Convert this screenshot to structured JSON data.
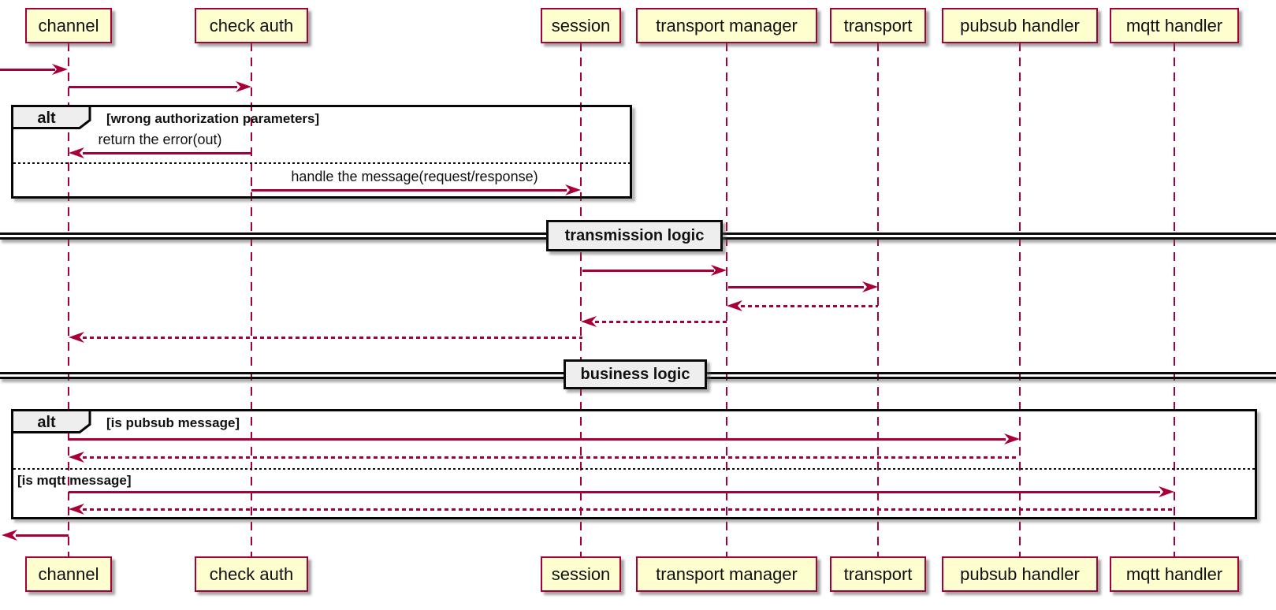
{
  "participants": [
    {
      "label": "channel"
    },
    {
      "label": "check auth"
    },
    {
      "label": "session"
    },
    {
      "label": "transport manager"
    },
    {
      "label": "transport"
    },
    {
      "label": "pubsub handler"
    },
    {
      "label": "mqtt handler"
    }
  ],
  "alt_blocks": [
    {
      "operator": "alt",
      "guard": "[wrong authorization parameters]"
    },
    {
      "operator": "alt",
      "guard": "[is pubsub message]",
      "else_guard": "[is mqtt message]"
    }
  ],
  "dividers": [
    {
      "label": "transmission logic"
    },
    {
      "label": "business logic"
    }
  ],
  "messages": {
    "return_error": "return the error(out)",
    "handle_message": "handle the message(request/response)"
  },
  "flows": [
    {
      "from": "external",
      "to": "channel",
      "style": "solid",
      "label": ""
    },
    {
      "from": "channel",
      "to": "check auth",
      "style": "solid",
      "label": ""
    },
    {
      "from": "check auth",
      "to": "channel",
      "style": "solid",
      "label": "return the error(out)"
    },
    {
      "from": "check auth",
      "to": "session",
      "style": "solid",
      "label": "handle the message(request/response)"
    },
    {
      "from": "session",
      "to": "transport manager",
      "style": "solid",
      "label": ""
    },
    {
      "from": "transport manager",
      "to": "transport",
      "style": "solid",
      "label": ""
    },
    {
      "from": "transport",
      "to": "transport manager",
      "style": "dashed",
      "label": ""
    },
    {
      "from": "transport manager",
      "to": "session",
      "style": "dashed",
      "label": ""
    },
    {
      "from": "session",
      "to": "channel",
      "style": "dashed",
      "label": ""
    },
    {
      "from": "channel",
      "to": "pubsub handler",
      "style": "solid",
      "label": ""
    },
    {
      "from": "pubsub handler",
      "to": "channel",
      "style": "dashed",
      "label": ""
    },
    {
      "from": "channel",
      "to": "mqtt handler",
      "style": "solid",
      "label": ""
    },
    {
      "from": "mqtt handler",
      "to": "channel",
      "style": "dashed",
      "label": ""
    },
    {
      "from": "channel",
      "to": "external",
      "style": "solid",
      "label": ""
    }
  ],
  "colors": {
    "accent": "#A80036",
    "participant_fill": "#FEFECE",
    "frame_border": "#060606",
    "operator_tab_fill": "#EEEEEE",
    "divider_label_fill": "#EEEEEE"
  }
}
